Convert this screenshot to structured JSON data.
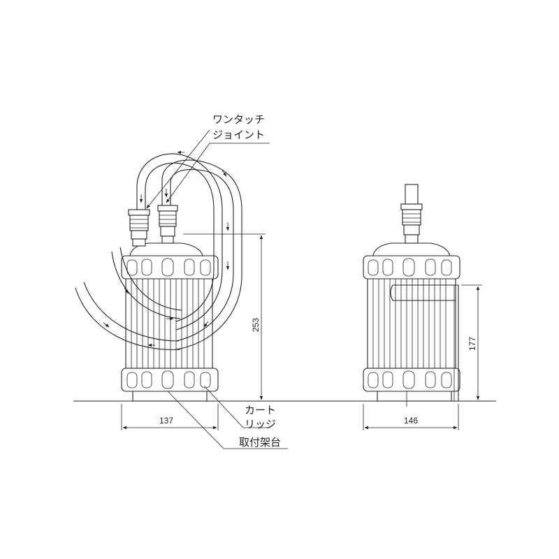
{
  "labels": {
    "joint_line1": "ワンタッチ",
    "joint_line2": "ジョイント",
    "cartridge_line1": "カート",
    "cartridge_line2": "リッジ",
    "mount": "取付架台"
  },
  "dimensions": {
    "front_height": "253",
    "front_width": "137",
    "side_width": "146",
    "side_height": "177"
  }
}
